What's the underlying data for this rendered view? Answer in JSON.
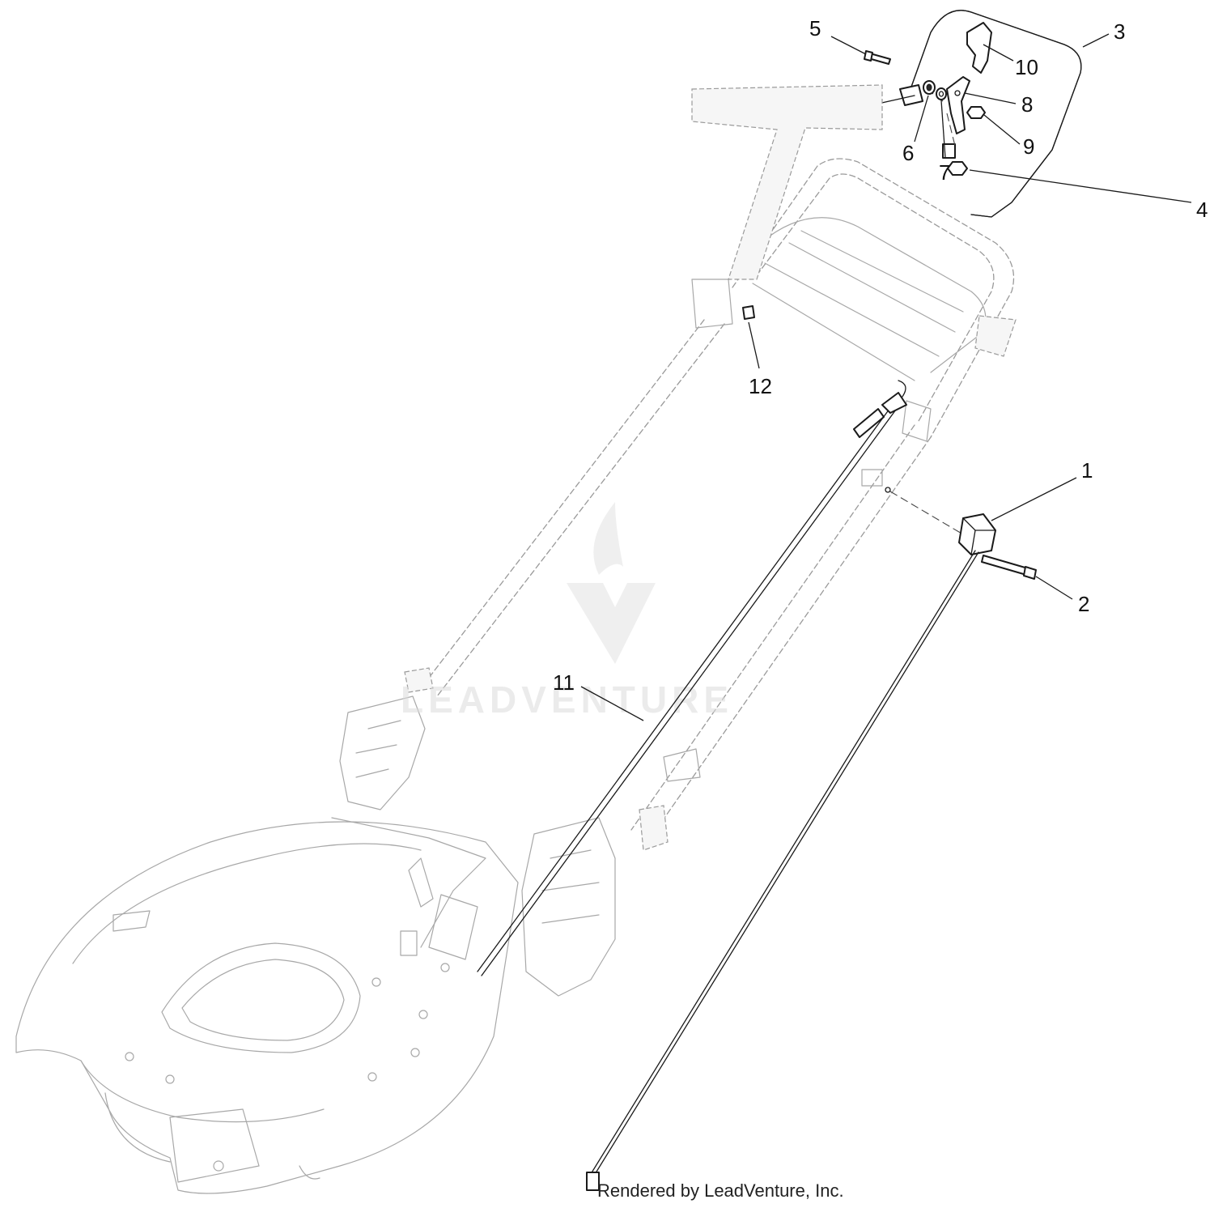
{
  "diagram": {
    "callouts": [
      {
        "id": "1",
        "label": "1"
      },
      {
        "id": "2",
        "label": "2"
      },
      {
        "id": "3",
        "label": "3"
      },
      {
        "id": "4",
        "label": "4"
      },
      {
        "id": "5",
        "label": "5"
      },
      {
        "id": "6",
        "label": "6"
      },
      {
        "id": "7",
        "label": "7"
      },
      {
        "id": "8",
        "label": "8"
      },
      {
        "id": "9",
        "label": "9"
      },
      {
        "id": "10",
        "label": "10"
      },
      {
        "id": "11",
        "label": "11"
      },
      {
        "id": "12",
        "label": "12"
      }
    ],
    "credit": "Rendered by LeadVenture, Inc.",
    "watermark": "LEADVENTURE"
  }
}
